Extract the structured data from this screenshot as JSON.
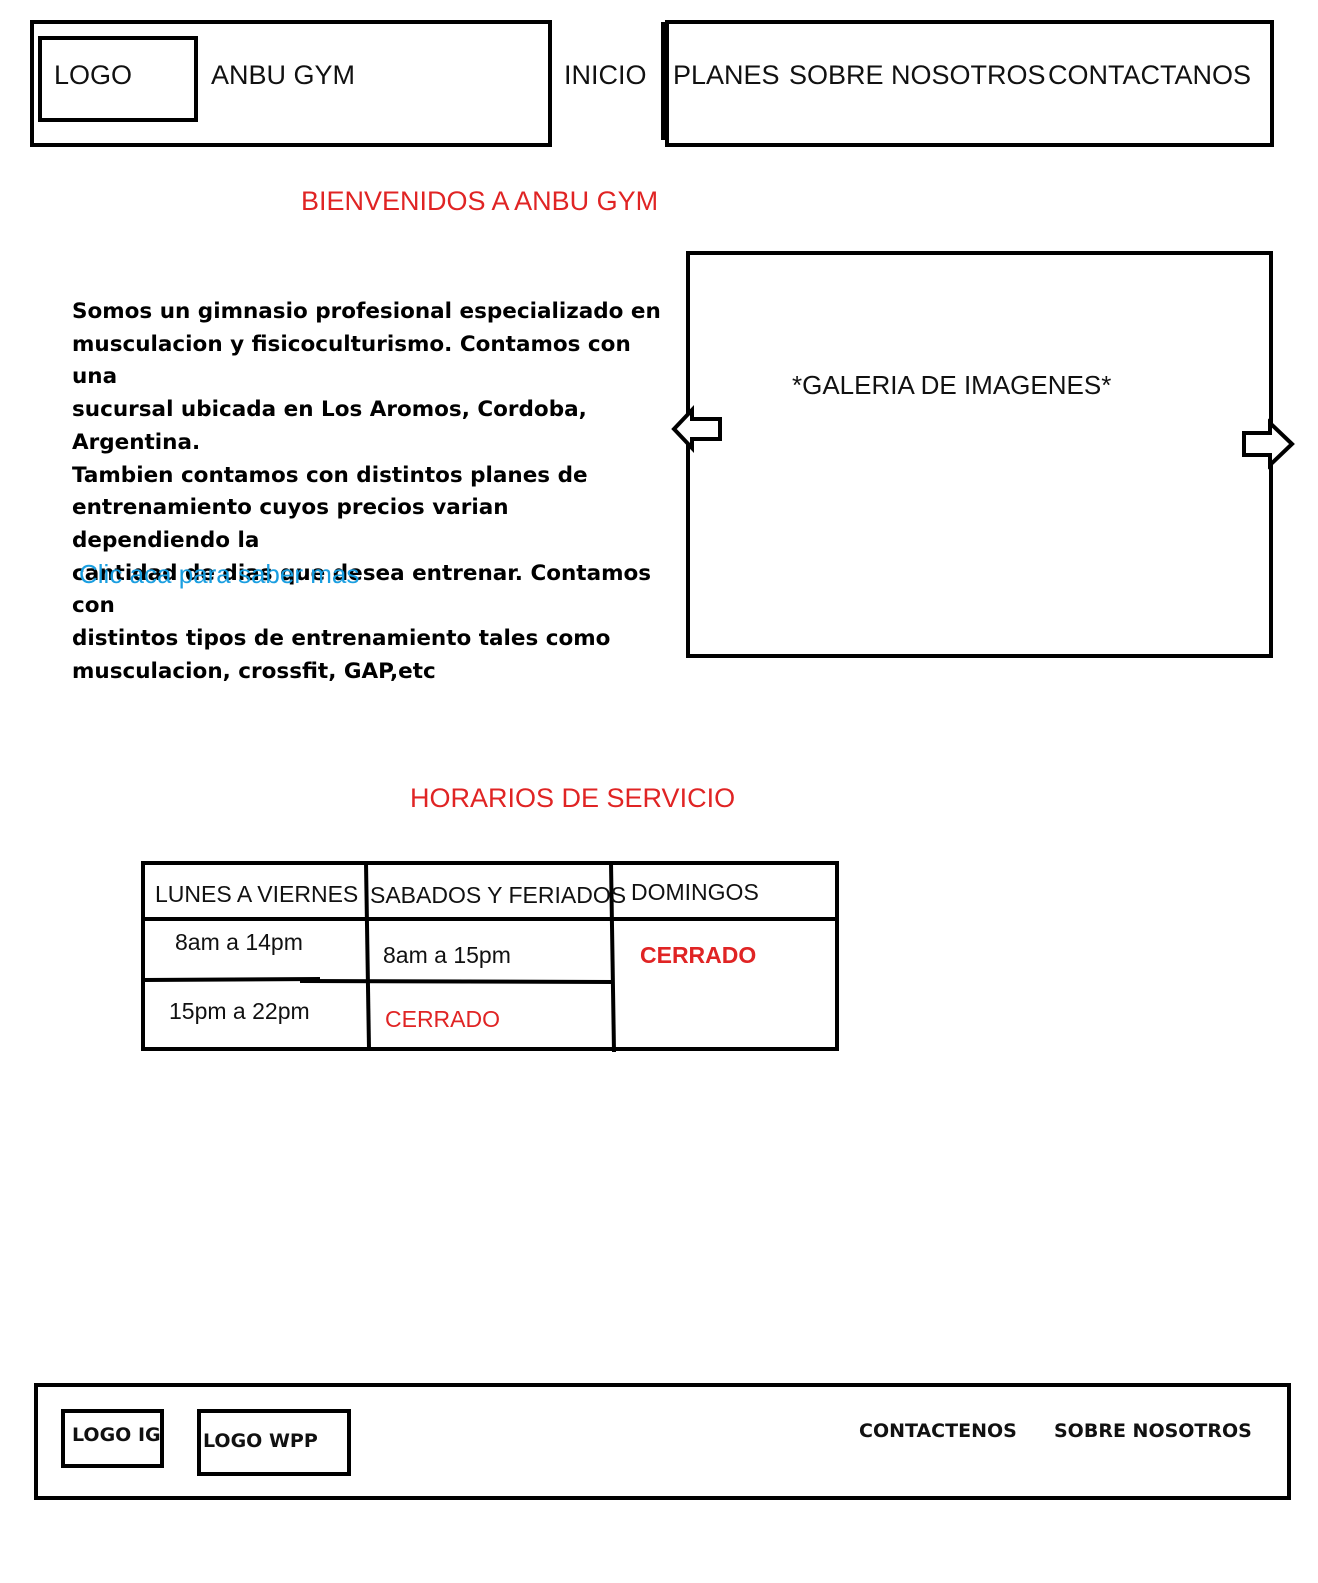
{
  "header": {
    "logo_label": "LOGO",
    "brand": "ANBU GYM",
    "nav": {
      "inicio": "INICIO",
      "planes": "PLANES",
      "sobre_nosotros": "SOBRE NOSOTROS",
      "contactanos": "CONTACTANOS"
    }
  },
  "main": {
    "welcome_title": "BIENVENIDOS A ANBU GYM",
    "description_lines": [
      "Somos un gimnasio profesional especializado en",
      "musculacion y fisicoculturismo. Contamos con una",
      "sucursal ubicada en Los Aromos, Cordoba, Argentina.",
      "Tambien contamos con distintos planes de",
      "entrenamiento cuyos precios varian dependiendo la",
      "cantidad de dias que desea entrenar. Contamos con",
      "distintos tipos de entrenamiento tales como",
      "musculacion, crossfit, GAP,etc"
    ],
    "more_link": "Clic aca para saber mas",
    "gallery": {
      "title": "*GALERIA DE IMAGENES*",
      "prev_icon": "arrow-left-icon",
      "next_icon": "arrow-right-icon"
    }
  },
  "schedule": {
    "title": "HORARIOS DE SERVICIO",
    "headers": [
      "LUNES A VIERNES",
      "SABADOS Y FERIADOS",
      "DOMINGOS"
    ],
    "weekdays": [
      "8am a 14pm",
      "15pm a 22pm"
    ],
    "saturday": [
      "8am a 15pm",
      "CERRADO"
    ],
    "sunday": "CERRADO"
  },
  "footer": {
    "ig_label": "LOGO IG",
    "wpp_label": "LOGO WPP",
    "contactenos": "CONTACTENOS",
    "sobre_nosotros": "SOBRE NOSOTROS"
  },
  "colors": {
    "accent_red": "#e02424",
    "link_blue": "#1a9ee0"
  }
}
